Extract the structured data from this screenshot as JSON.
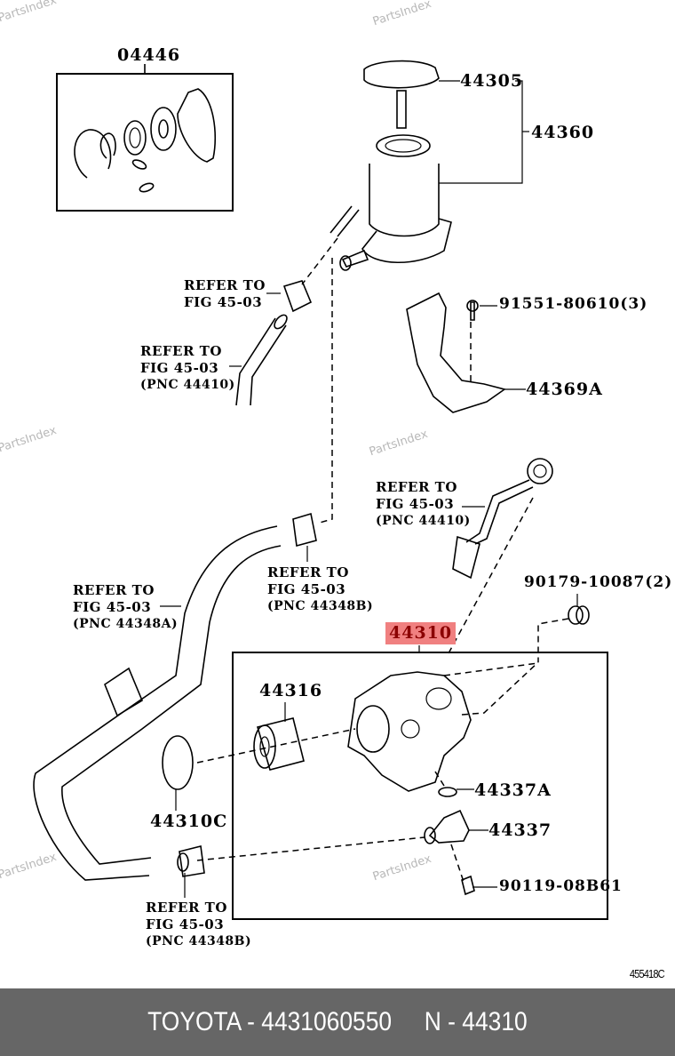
{
  "watermarks": [
    "PartsIndex",
    "PartsIndex",
    "PartsIndex",
    "PartsIndex",
    "PartsIndex",
    "PartsIndex"
  ],
  "callouts": {
    "kit": "04446",
    "cap": "44305",
    "reservoir": "44360",
    "bolt_bracket": "91551-80610(3)",
    "bracket": "44369A",
    "bushing": "90179-10087(2)",
    "pump": "44310",
    "pulley": "44316",
    "oring_large": "44310C",
    "oring_small": "44337A",
    "union": "44337",
    "union_bolt": "90119-08B61"
  },
  "references": {
    "ref1": {
      "line1": "REFER TO",
      "line2": "FIG 45-03"
    },
    "ref2": {
      "line1": "REFER TO",
      "line2": "FIG 45-03",
      "line3": "(PNC 44410)"
    },
    "ref3": {
      "line1": "REFER TO",
      "line2": "FIG 45-03",
      "line3": "(PNC 44410)"
    },
    "ref4": {
      "line1": "REFER TO",
      "line2": "FIG 45-03",
      "line3": "(PNC 44348B)"
    },
    "ref5": {
      "line1": "REFER TO",
      "line2": "FIG 45-03",
      "line3": "(PNC 44348A)"
    },
    "ref6": {
      "line1": "REFER TO",
      "line2": "FIG 45-03",
      "line3": "(PNC 44348B)"
    }
  },
  "highlight_color": "#f08080",
  "diagram_code": "455418C",
  "footer": {
    "text": "TOYOTA - 4431060550     N - 44310",
    "background": "#666666"
  }
}
